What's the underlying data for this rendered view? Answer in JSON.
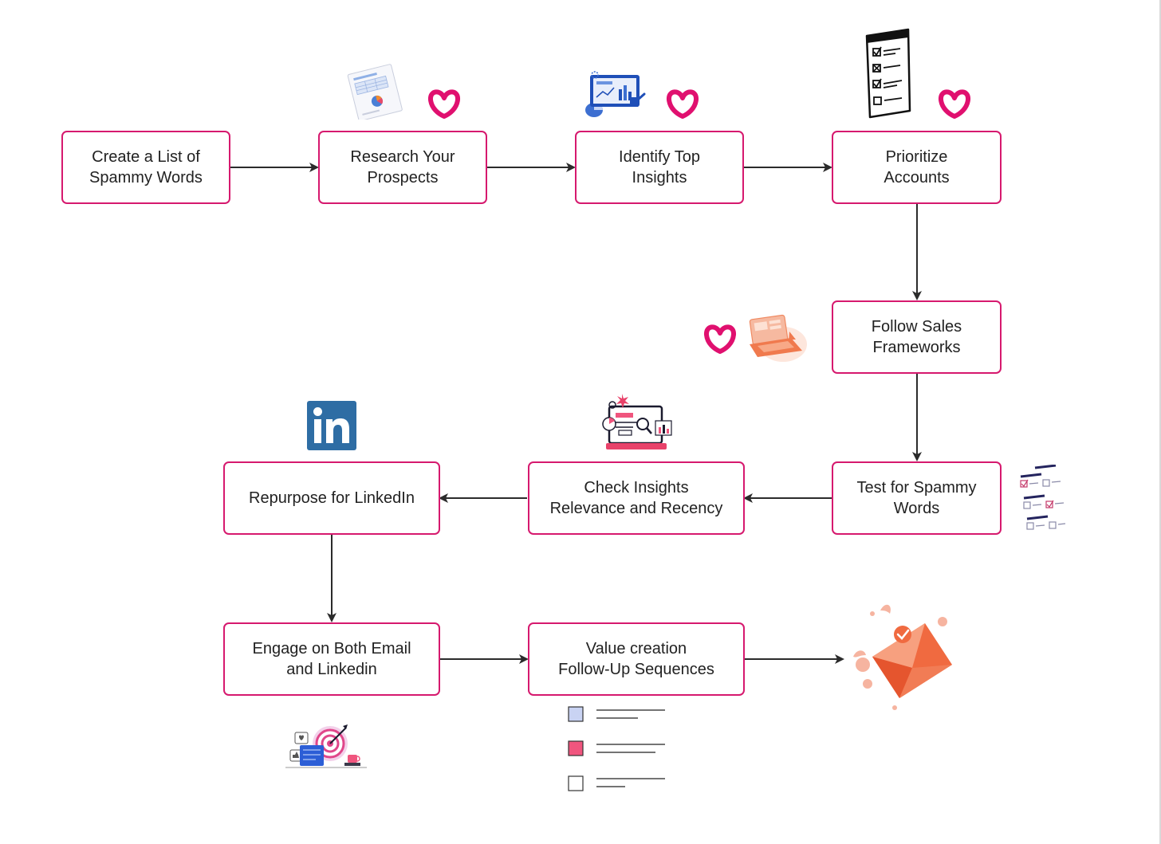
{
  "steps": [
    {
      "id": "create-list",
      "text": "Create a List of\nSpammy Words"
    },
    {
      "id": "research",
      "text": "Research Your\nProspects"
    },
    {
      "id": "identify",
      "text": "Identify Top\nInsights"
    },
    {
      "id": "prioritize",
      "text": "Prioritize\nAccounts"
    },
    {
      "id": "frameworks",
      "text": "Follow Sales\nFrameworks"
    },
    {
      "id": "test-spammy",
      "text": "Test for Spammy\nWords"
    },
    {
      "id": "check-insights",
      "text": "Check Insights\nRelevance and Recency"
    },
    {
      "id": "repurpose",
      "text": "Repurpose for LinkedIn"
    },
    {
      "id": "engage",
      "text": "Engage on Both Email\nand Linkedin"
    },
    {
      "id": "follow-up",
      "text": "Value creation\nFollow-Up Sequences"
    }
  ],
  "illustrations": [
    {
      "name": "report-document-icon"
    },
    {
      "name": "heart-logo-icon"
    },
    {
      "name": "analytics-dashboard-icon"
    },
    {
      "name": "checklist-clipboard-icon"
    },
    {
      "name": "laptop-browser-icon"
    },
    {
      "name": "linkedin-logo-icon"
    },
    {
      "name": "monitor-search-icon"
    },
    {
      "name": "form-checklist-icon"
    },
    {
      "name": "email-envelope-icon"
    },
    {
      "name": "target-goal-icon"
    },
    {
      "name": "color-legend-icon"
    }
  ],
  "colors": {
    "box_border": "#d6196e",
    "heart": "#e0106f",
    "arrow": "#2b2b2b",
    "linkedin": "#2e6da4",
    "envelope": "#f06a40",
    "legend_swatch_blue": "#c9d3f3",
    "legend_swatch_pink": "#f0557e"
  }
}
